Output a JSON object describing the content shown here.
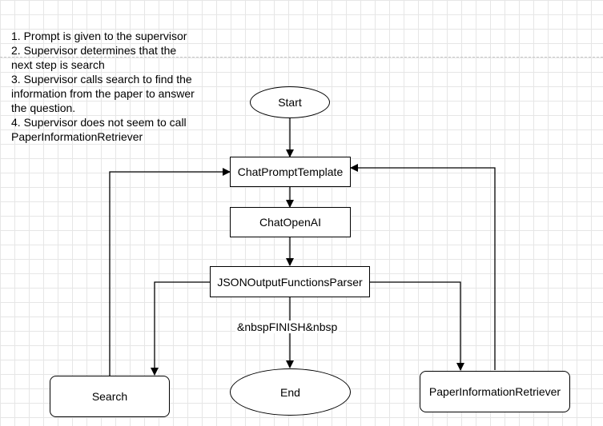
{
  "notes": [
    "1. Prompt is given to the supervisor",
    "2. Supervisor determines that the next step is search",
    "3. Supervisor calls search to find the information from the paper to answer the question.",
    "4. Supervisor does not seem to call PaperInformationRetriever"
  ],
  "nodes": {
    "start": "Start",
    "chat_prompt_template": "ChatPromptTemplate",
    "chat_openai": "ChatOpenAI",
    "json_parser": "JSONOutputFunctionsParser",
    "search": "Search",
    "end": "End",
    "paper_retriever": "PaperInformationRetriever"
  },
  "edges": {
    "finish_label": "&nbspFINISH&nbsp"
  }
}
